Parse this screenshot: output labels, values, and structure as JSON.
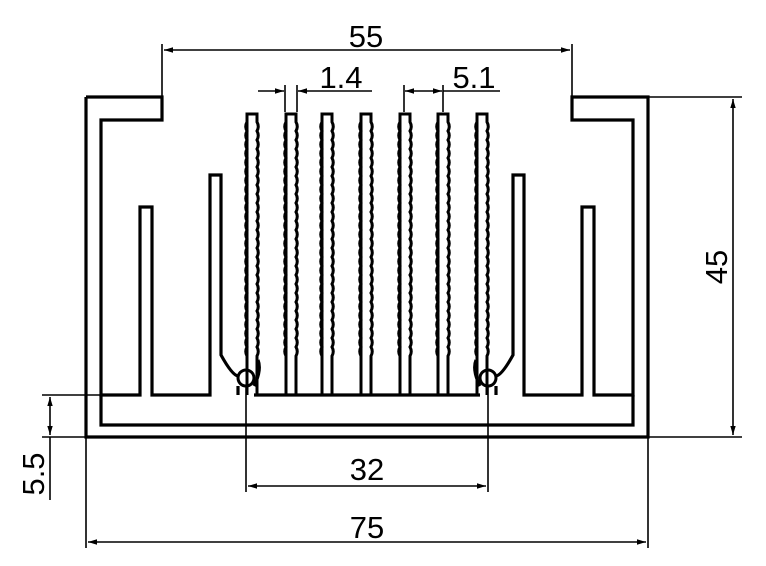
{
  "dimensions": {
    "top_width": "55",
    "fin_thickness": "1.4",
    "fin_pitch": "5.1",
    "height": "45",
    "base_thickness": "5.5",
    "groove_span": "32",
    "overall_width": "75"
  }
}
